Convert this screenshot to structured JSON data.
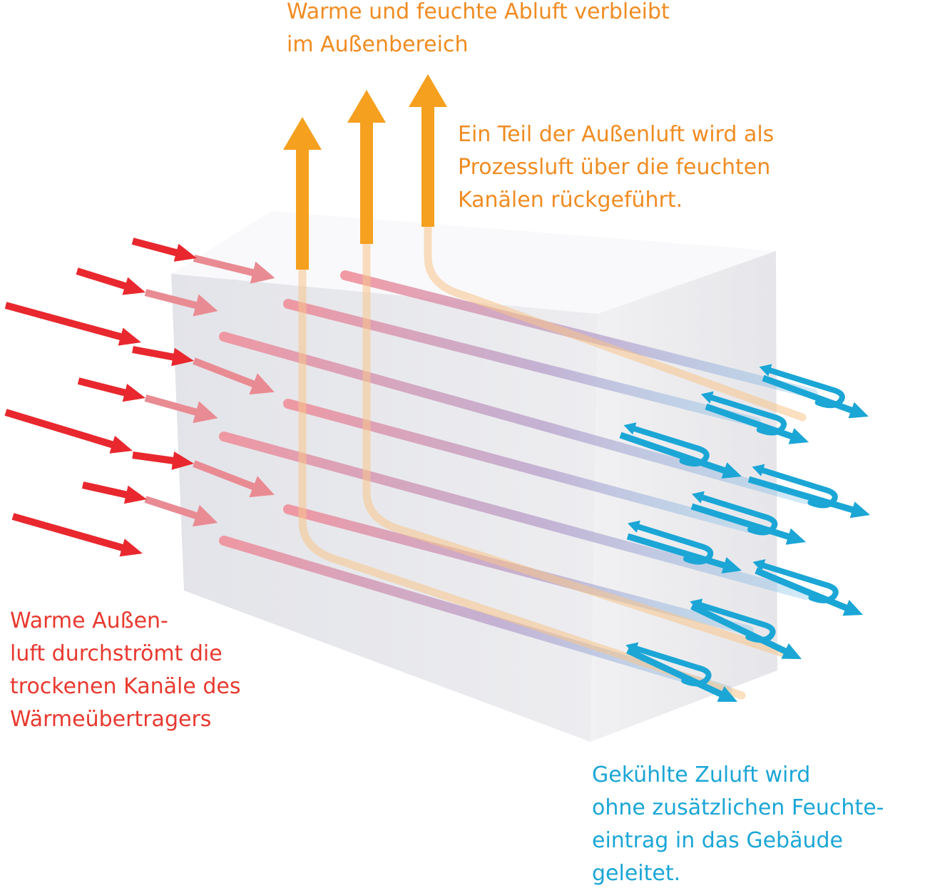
{
  "labels": {
    "exhaust": [
      "Warme und feuchte Abluft verbleibt",
      "im Außenbereich"
    ],
    "process": [
      "Ein Teil der Außenluft wird als",
      "Prozessluft über die feuchten",
      "Kanälen rückgeführt."
    ],
    "outside": [
      "Warme Außen-",
      "luft durchströmt die",
      "trockenen Kanäle des",
      "Wärmeübertragers"
    ],
    "supply": [
      "Gekühlte Zuluft wird",
      "ohne zusätzlichen Feuchte-",
      "eintrag in das Gebäude",
      "geleitet."
    ]
  },
  "colors": {
    "warm_outside_air": "#e8282e",
    "process_exhaust": "#f5a01f",
    "cooled_supply": "#1ba6d6",
    "exchanger_block": "#e9eaee"
  },
  "icons": {
    "inlet": "red-arrow-icon",
    "exhaust": "orange-up-arrow-icon",
    "supply": "blue-u-turn-arrow-icon"
  }
}
